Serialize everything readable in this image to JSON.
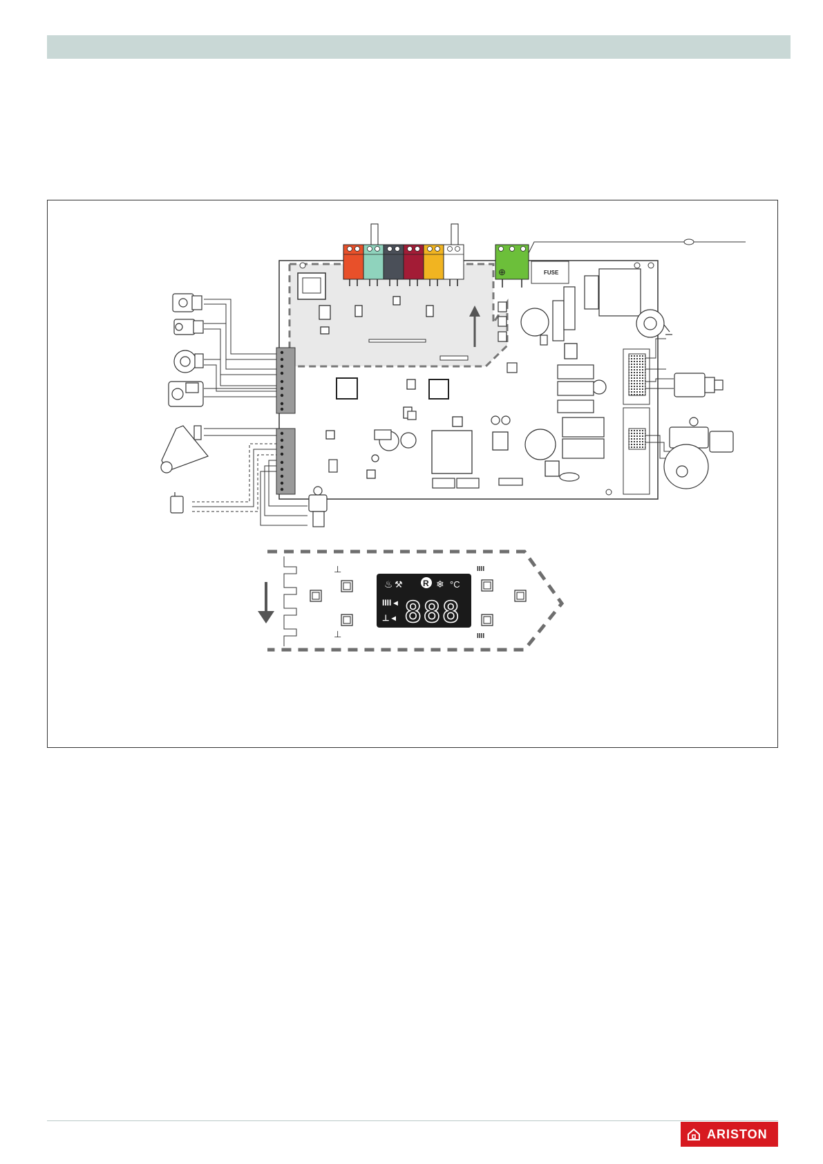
{
  "board": {
    "fuse_label": "FUSE",
    "connector_colors": [
      "#e8502a",
      "#8fd3bd",
      "#4a4f58",
      "#a31c36",
      "#f1b421",
      "#ffffff"
    ],
    "power_connector_color": "#6cbf3a",
    "highlight_fill": "#e9e9e9"
  },
  "display": {
    "digits": "888",
    "unit": "°C",
    "reset_symbol": "R",
    "screen_color": "#1a1a1a"
  },
  "brand": {
    "name": "ARISTON",
    "color": "#d71920"
  }
}
